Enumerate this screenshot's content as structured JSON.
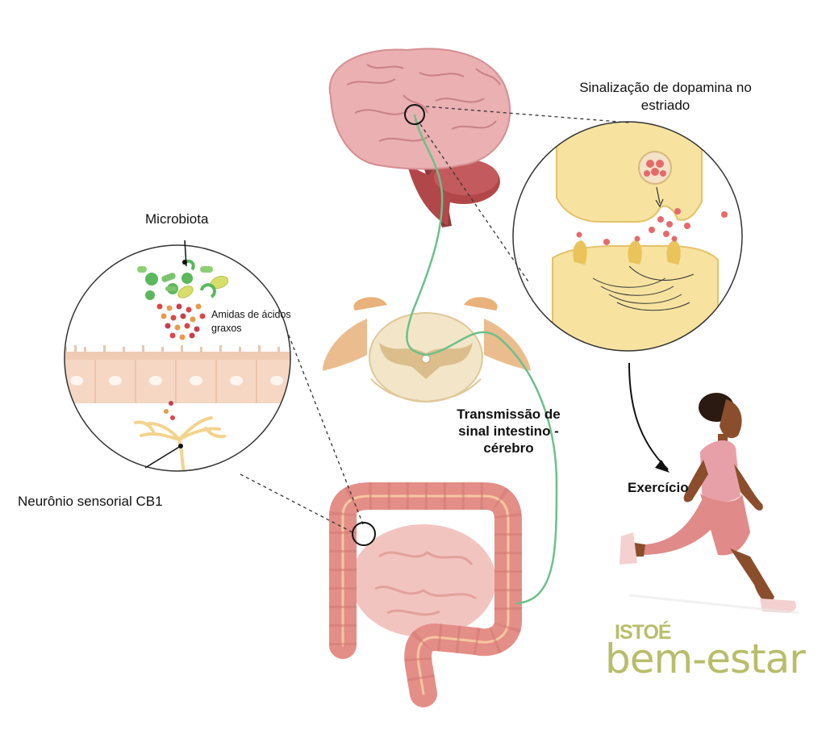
{
  "labels": {
    "microbiota": "Microbiota",
    "amidas": "Amidas de ácidos graxos",
    "neuronio": "Neurônio sensorial CB1",
    "dopamina": "Sinalização de dopamina no estriado",
    "transmissao": "Transmissão de sinal intestino - cérebro",
    "exercicio": "Exercício"
  },
  "logo": {
    "top": "ISTOÉ",
    "main": "bem-estar"
  },
  "colors": {
    "brain": "#eab0b2",
    "intestine": "#e48e88",
    "nerve": "#6cc08a",
    "synapse": "#f7e2a0",
    "logo": "#b8bd6a",
    "runner_top": "#e8a0a8"
  }
}
